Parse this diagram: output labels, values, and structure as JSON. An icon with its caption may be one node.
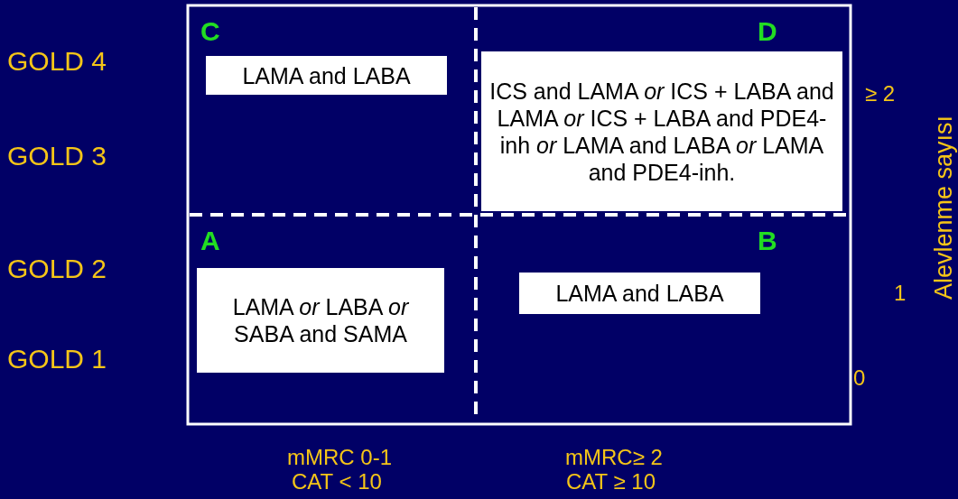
{
  "diagram": {
    "nodes": [
      {
        "text": [
          "C"
        ]
      },
      {
        "text": [
          "LAMA and LABA"
        ],
        "in": 0
      },
      {
        "text": [
          "D"
        ]
      },
      {
        "text": [
          "ICS and LAMA *or* ICS + LABA and LAMA *or* ICS + LABA and PDE4-inh *or* LAMA and LABA *or* LAMA and PDE4-inh."
        ],
        "in": 2
      },
      {
        "text": [
          "A"
        ]
      },
      {
        "text": [
          "LAMA *or* LABA *or* SABA and SAMA"
        ],
        "in": 4
      },
      {
        "text": [
          "B"
        ]
      },
      {
        "text": [
          "LAMA and LABA"
        ],
        "in": 6
      }
    ],
    "edges": [],
    "labels": [
      "GOLD 4",
      "GOLD 3",
      "≥ 2",
      "Alevlenme sayısı",
      "GOLD 2",
      "1",
      "GOLD 1",
      "0",
      "mMRC 0-1",
      "mMRC≥ 2",
      "CAT < 10",
      "CAT ≥ 10"
    ]
  }
}
